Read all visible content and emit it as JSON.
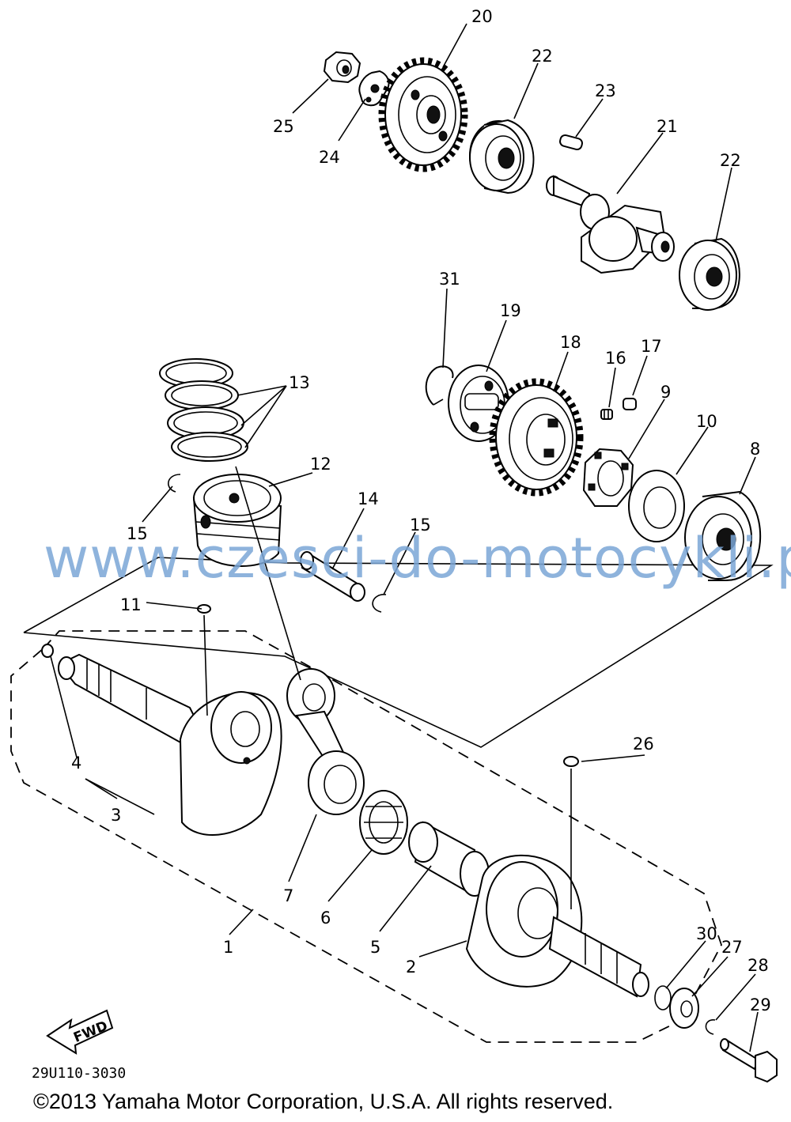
{
  "callouts": [
    "20",
    "22",
    "23",
    "21",
    "22",
    "25",
    "24",
    "31",
    "19",
    "18",
    "16",
    "17",
    "9",
    "10",
    "8",
    "13",
    "12",
    "14",
    "15",
    "15",
    "11",
    "4",
    "3",
    "26",
    "7",
    "6",
    "5",
    "2",
    "1",
    "30",
    "27",
    "28",
    "29"
  ],
  "drawing_code": "29U110-3030",
  "fwd_label": "FWD",
  "watermark": "www.czesci-do-motocykli.pl",
  "copyright": "©2013 Yamaha Motor Corporation, U.S.A. All rights reserved.",
  "colors": {
    "line": "#000000",
    "watermark": "#7aa6d6",
    "background": "#ffffff"
  }
}
